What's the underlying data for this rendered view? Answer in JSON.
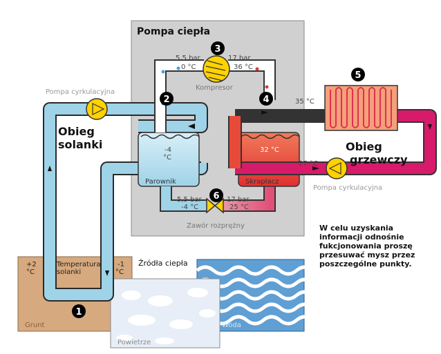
{
  "title": "Pompa ciepła",
  "loops": {
    "brine": "Obieg\nsolanki",
    "heating": "Obieg\ngrzewczy"
  },
  "components": {
    "pump_left": "Pompa cyrkulacyjna",
    "pump_right": "Pompa cyrkulacyjna",
    "compressor": "Kompresor",
    "evaporator": "Parownik",
    "condenser": "Skraplacz",
    "valve": "Zawór rozprężny",
    "heat_sources_title": "Źródła ciepła",
    "source_ground": "Grunt",
    "source_air": "Powietrze",
    "source_water": "Woda",
    "ground_temp_label": "Temperatura\nsolanki"
  },
  "readings": {
    "comp_in_pressure": "5,5 bar",
    "comp_in_temp": "0 °C",
    "comp_out_pressure": "17 bar",
    "comp_out_temp": "36 °C",
    "evap_temp": "-4\n°C",
    "cond_temp": "32 °C",
    "valve_in_pressure": "17 bar",
    "valve_in_temp": "25 °C",
    "valve_out_pressure": "5,5 bar",
    "valve_out_temp": "-4 °C",
    "heat_supply": "35 °C",
    "heat_return": "27 °C",
    "ground_left": "+2\n°C",
    "ground_right": "-1\n°C"
  },
  "markers": [
    "1",
    "2",
    "3",
    "4",
    "5",
    "6"
  ],
  "instructions": "W celu uzyskania\ninformacji odnośnie\nfukcjonowania proszę\nprzesuwać mysz przez\nposzczególne punkty.",
  "colors": {
    "brine": "#9fd3e8",
    "brine_edge": "#2a2a2a",
    "hot": "#e03a3a",
    "heating_pipe": "#d81a6a",
    "pump": "#ffd200",
    "panel": "#d0d0d0",
    "ground": "#d7a97e",
    "water": "#5f9fd4"
  }
}
